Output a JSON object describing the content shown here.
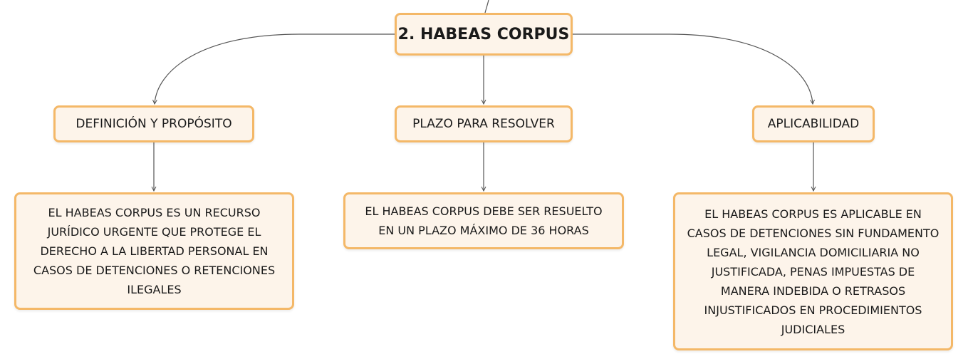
{
  "root": {
    "label": "2. HABEAS CORPUS"
  },
  "branches": [
    {
      "label": "DEFINICIÓN Y PROPÓSITO",
      "detail": "EL HABEAS CORPUS ES UN RECURSO JURÍDICO URGENTE QUE PROTEGE EL DERECHO A LA LIBERTAD PERSONAL EN CASOS DE DETENCIONES O RETENCIONES ILEGALES"
    },
    {
      "label": "PLAZO PARA RESOLVER",
      "detail": "EL HABEAS CORPUS DEBE SER RESUELTO EN UN PLAZO MÁXIMO DE 36 HORAS"
    },
    {
      "label": "APLICABILIDAD",
      "detail": "EL HABEAS CORPUS ES APLICABLE EN CASOS DE DETENCIONES SIN FUNDAMENTO LEGAL, VIGILANCIA DOMICILIARIA NO JUSTIFICADA, PENAS IMPUESTAS DE MANERA INDEBIDA O RETRASOS INJUSTIFICADOS EN PROCEDIMIENTOS JUDICIALES"
    }
  ],
  "colors": {
    "node_fill": "#fdf4ea",
    "node_border": "#f4b868",
    "connector": "#555555",
    "text": "#1a1a1a"
  }
}
